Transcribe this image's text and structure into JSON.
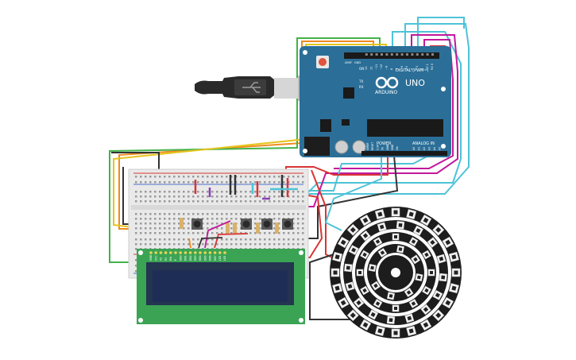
{
  "arduino": {
    "brand": "ARDUINO",
    "model": "UNO",
    "digital_header": "DIGITAL (PWM~)",
    "power_label": "POWER",
    "analog_label": "ANALOG IN",
    "tx_label": "TX",
    "rx_label": "RX",
    "aref_label": "AREF",
    "gnd_label": "GND",
    "on_label": "ON",
    "digital_pins": [
      "13",
      "12",
      "~11",
      "~10",
      "~9",
      "8",
      "7",
      "~6",
      "~5",
      "4",
      "~3",
      "2",
      "TX 1",
      "RX 0"
    ],
    "power_pins": [
      "IOREF",
      "RESET",
      "3.3V",
      "5V",
      "GND",
      "GND",
      "Vin"
    ],
    "analog_pins": [
      "A0",
      "A1",
      "A2",
      "A3",
      "A4",
      "A5"
    ]
  },
  "lcd": {
    "pin_labels": [
      "GND",
      "VCC",
      "V0",
      "RS",
      "RW",
      "E",
      "DB0",
      "DB1",
      "DB2",
      "DB3",
      "DB4",
      "DB5",
      "DB6",
      "DB7",
      "LED",
      "LED"
    ]
  },
  "colors": {
    "arduino_board": "#2b6f98",
    "lcd_board": "#3aa454",
    "lcd_screen": "#1e2d55",
    "wire_red": "#d93434",
    "wire_black": "#333333",
    "wire_cyan": "#4dc3d8",
    "wire_magenta": "#c2189b",
    "wire_orange": "#ee8a1e",
    "wire_yellow": "#e5c41c",
    "wire_green": "#43b24a",
    "wire_purple": "#8b3fb8"
  }
}
